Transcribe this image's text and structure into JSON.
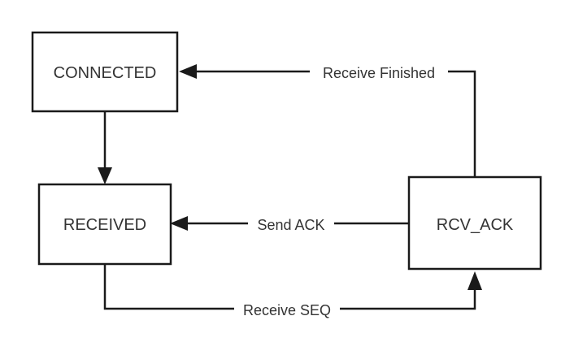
{
  "states": {
    "connected": "CONNECTED",
    "received": "RECEIVED",
    "rcv_ack": "RCV_ACK"
  },
  "transitions": {
    "receive_finished": "Receive Finished",
    "send_ack": "Send ACK",
    "receive_seq": "Receive SEQ"
  },
  "colors": {
    "stroke": "#1a1a1a",
    "text": "#333333",
    "background": "#ffffff"
  }
}
